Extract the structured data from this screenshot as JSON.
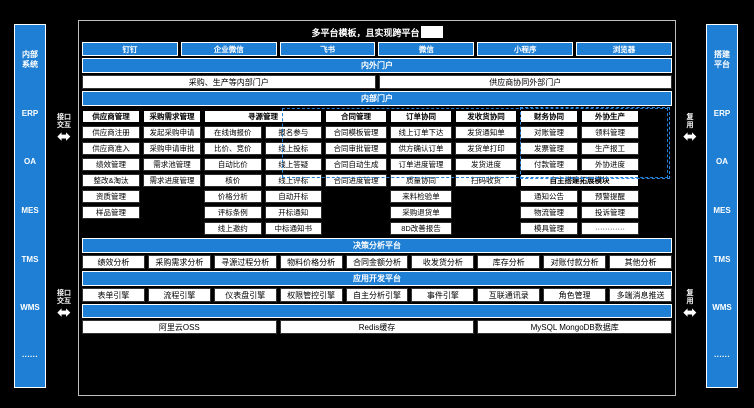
{
  "title": "多平台模板，且实现跨平台",
  "colors": {
    "blue": "#1f7fd4",
    "white": "#ffffff",
    "black": "#000000"
  },
  "left_sidebar": {
    "name": "内部系统",
    "items": [
      "内部\n系统",
      "ERP",
      "OA",
      "MES",
      "TMS",
      "WMS",
      "······"
    ]
  },
  "right_sidebar": {
    "name": "搭建平台",
    "items": [
      "搭建\n平台",
      "ERP",
      "OA",
      "MES",
      "TMS",
      "WMS",
      "······"
    ]
  },
  "connectors": {
    "left_top": "接口\n交互",
    "left_bottom": "接口\n交互",
    "right_top": "复\n用",
    "right_bottom": "复\n用",
    "arrow": "⬌"
  },
  "channels": [
    "钉钉",
    "企业微信",
    "飞书",
    "微信",
    "小程序",
    "浏览器"
  ],
  "portal_bar": "内外门户",
  "portals": [
    "采购、生产等内部门户",
    "供应商协同外部门户"
  ],
  "inner_portal_bar": "内部门户",
  "modules": [
    {
      "header": "供应商管理",
      "items": [
        "供应商注册",
        "供应商准入",
        "绩效管理",
        "整改&淘汰",
        "资质管理",
        "样品管理"
      ]
    },
    {
      "header": "采购需求管理",
      "items": [
        "发起采购申请",
        "采购申请审批",
        "需求池管理",
        "需求进度管理"
      ]
    },
    {
      "header": "寻源管理",
      "columns": [
        [
          "在线询报价",
          "比价、竞价",
          "自动比价",
          "核价",
          "价格分析",
          "评标条例",
          "线上邀约"
        ],
        [
          "报名参与",
          "线上投标",
          "线上答疑",
          "线上评标",
          "自动开标",
          "开标通知",
          "中标通知书"
        ]
      ]
    },
    {
      "header": "合同管理",
      "items": [
        "合同模板管理",
        "合同审批管理",
        "合同自动生成",
        "合同进度管理"
      ]
    },
    {
      "header": "订单协同",
      "items": [
        "线上订单下达",
        "供方确认订单",
        "订单进度管理",
        "质量协同",
        "来料检验单",
        "采购退货单",
        "8D改善报告"
      ]
    },
    {
      "header": "发收货协同",
      "items": [
        "发货通知单",
        "发货单打印",
        "发货进度",
        "扫码收货"
      ]
    },
    {
      "header": "财务协同",
      "items": [
        "对账管理",
        "发票管理",
        "付款管理"
      ]
    },
    {
      "header": "外协生产",
      "items": [
        "领料管理",
        "生产报工",
        "外协进度"
      ]
    }
  ],
  "expand": {
    "header": "自主搭建拓展模块",
    "columns": [
      [
        "通知公告",
        "物流管理",
        "模具管理"
      ],
      [
        "预警提醒",
        "投诉管理",
        "············"
      ]
    ]
  },
  "decision": {
    "bar": "决策分析平台",
    "items": [
      "绩效分析",
      "采购需求分析",
      "寻源过程分析",
      "物料价格分析",
      "合同金额分析",
      "收发货分析",
      "库存分析",
      "对账付款分析",
      "其他分析"
    ]
  },
  "appdev": {
    "bar": "应用开发平台",
    "items": [
      "表单引擎",
      "流程引擎",
      "仪表盘引擎",
      "权限管控引擎",
      "自主分析引擎",
      "事件引擎",
      "互联通讯录",
      "角色管理",
      "多端消息推送"
    ]
  },
  "infra": {
    "bar": "",
    "items": [
      "阿里云OSS",
      "Redis缓存",
      "MySQL MongoDB数据库"
    ]
  }
}
